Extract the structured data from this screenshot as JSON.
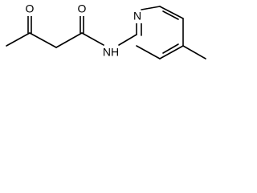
{
  "structure": {
    "atoms": {
      "ketone_oxygen": "O",
      "amide_oxygen": "O",
      "amide_nitrogen": "NH",
      "ring_nitrogen": "N"
    },
    "colors": {
      "bond": "#000000",
      "label": "#000000",
      "background": "#ffffff"
    }
  }
}
